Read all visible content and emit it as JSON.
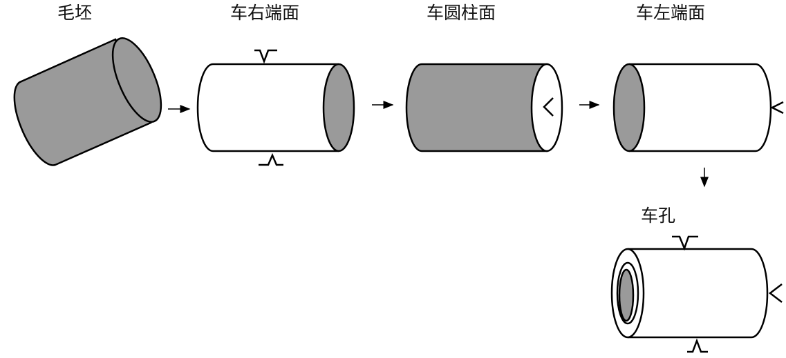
{
  "colors": {
    "shaded": "#9a9a9a",
    "outline": "#000000",
    "background": "#ffffff"
  },
  "steps": [
    {
      "id": "blank",
      "label": "毛坯"
    },
    {
      "id": "right-face",
      "label": "车右端面"
    },
    {
      "id": "cylinder",
      "label": "车圆柱面"
    },
    {
      "id": "left-face",
      "label": "车左端面"
    },
    {
      "id": "hole",
      "label": "车孔"
    }
  ],
  "flow": [
    "blank",
    "right-face",
    "cylinder",
    "left-face",
    "hole"
  ]
}
